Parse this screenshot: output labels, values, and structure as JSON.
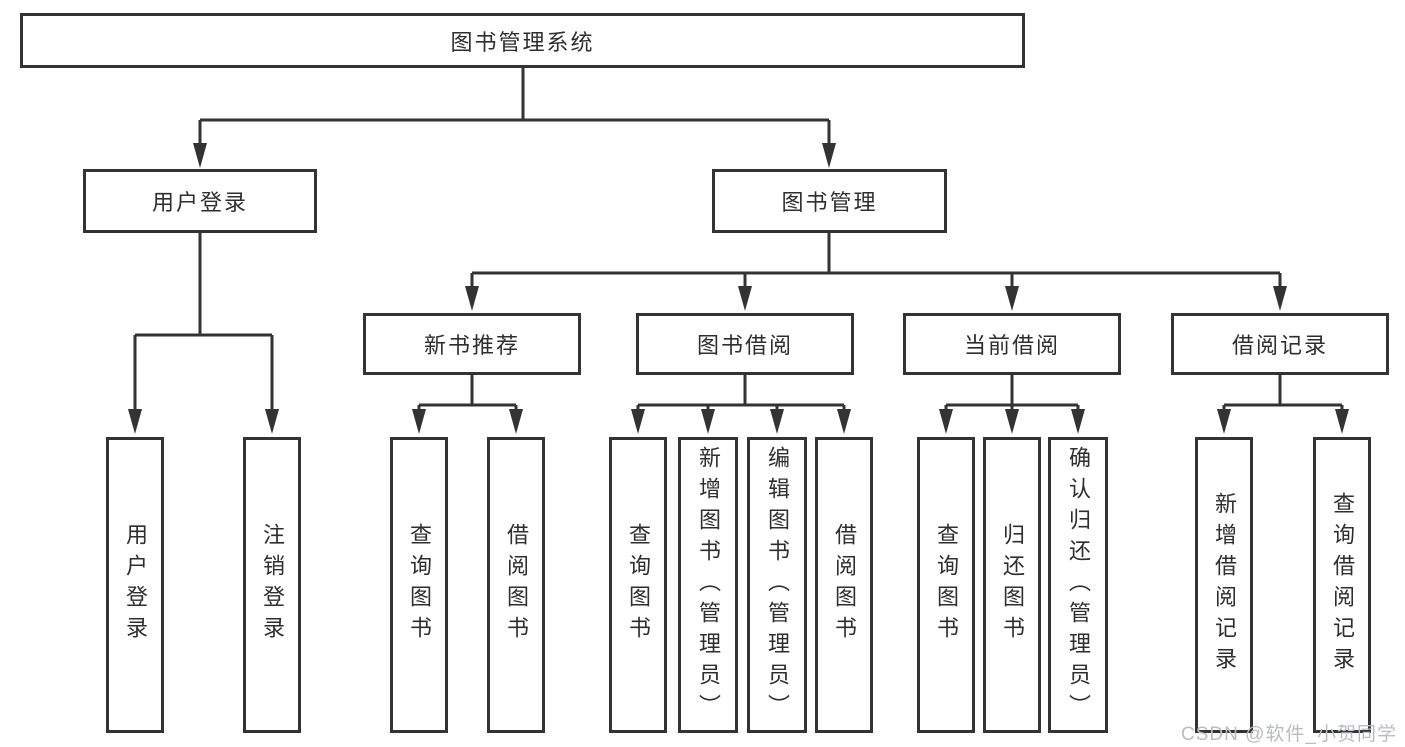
{
  "tree": {
    "root": {
      "label": "图书管理系统",
      "children": [
        {
          "label": "用户登录",
          "children": [
            {
              "label": "用户登录"
            },
            {
              "label": "注销登录"
            }
          ]
        },
        {
          "label": "图书管理",
          "children": [
            {
              "label": "新书推荐",
              "children": [
                {
                  "label": "查询图书"
                },
                {
                  "label": "借阅图书"
                }
              ]
            },
            {
              "label": "图书借阅",
              "children": [
                {
                  "label": "查询图书"
                },
                {
                  "label": "新增图书（管理员）"
                },
                {
                  "label": "编辑图书（管理员）"
                },
                {
                  "label": "借阅图书"
                }
              ]
            },
            {
              "label": "当前借阅",
              "children": [
                {
                  "label": "查询图书"
                },
                {
                  "label": "归还图书"
                },
                {
                  "label": "确认归还（管理员）"
                }
              ]
            },
            {
              "label": "借阅记录",
              "children": [
                {
                  "label": "新增借阅记录"
                },
                {
                  "label": "查询借阅记录"
                }
              ]
            }
          ]
        }
      ]
    }
  },
  "watermark": {
    "text": "CSDN @软件_小贺同学"
  },
  "colors": {
    "line": "#333333",
    "text": "#2e2e2e",
    "watermark": "#b9bdc2",
    "background": "#ffffff"
  }
}
